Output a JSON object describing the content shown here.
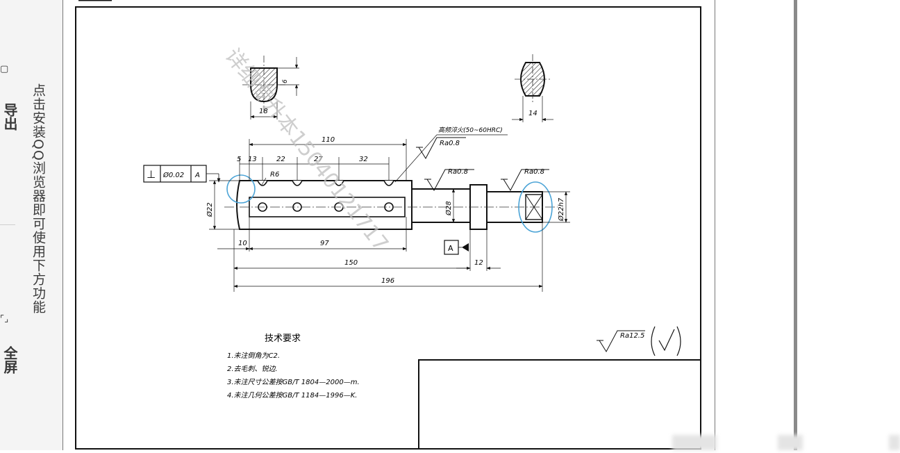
{
  "sidebar": {
    "notice": "点击安装QQ浏览器即可使用下方功能",
    "button_top": "导出",
    "button_bottom": "全屏"
  },
  "drawing": {
    "section_left": {
      "dim_width": "18",
      "dim_flat": "6"
    },
    "section_right": {
      "dim_width": "14"
    },
    "dims": {
      "d110": "110",
      "d5": "5",
      "d13": "13",
      "d22": "22",
      "d27": "27",
      "d32": "32",
      "r6": "R6",
      "dia22": "Ø22",
      "dia28": "Ø28",
      "dia22h7": "Ø22h7",
      "d10": "10",
      "d97": "97",
      "d150": "150",
      "d12": "12",
      "d196": "196"
    },
    "heat_treatment": "高频淬火(50~60HRC)",
    "roughness": {
      "r1": "Ra0.8",
      "r2": "Ra0.8",
      "r3": "Ra0.8",
      "general": "Ra12.5"
    },
    "tolerance": {
      "symbol": "⊥",
      "value": "Ø0.02",
      "datum": "A"
    },
    "datum_label": "A",
    "watermark": "详细专升本15040121717"
  },
  "requirements": {
    "title": "技术要求",
    "items": [
      "1.未注倒角为C2.",
      "2.去毛刺、锐边.",
      "3.未注尺寸公差按GB/T 1804—2000—m.",
      "4.未注几何公差按GB/T 1184—1996—K."
    ]
  }
}
